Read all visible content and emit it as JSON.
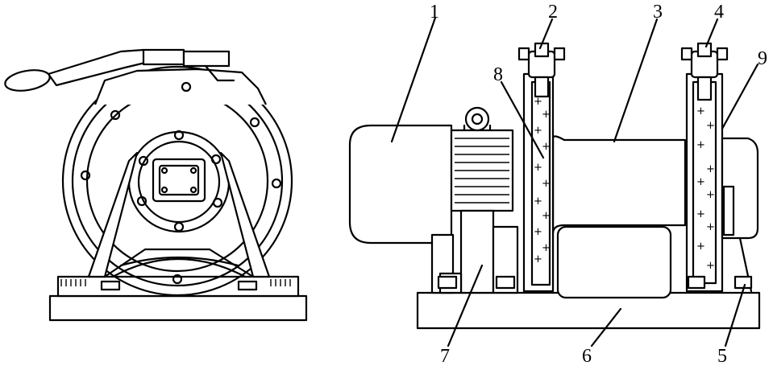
{
  "labels": {
    "l1": "1",
    "l2": "2",
    "l3": "3",
    "l4": "4",
    "l5": "5",
    "l6": "6",
    "l7": "7",
    "l8": "8",
    "l9": "9"
  },
  "plus_mark": "+"
}
